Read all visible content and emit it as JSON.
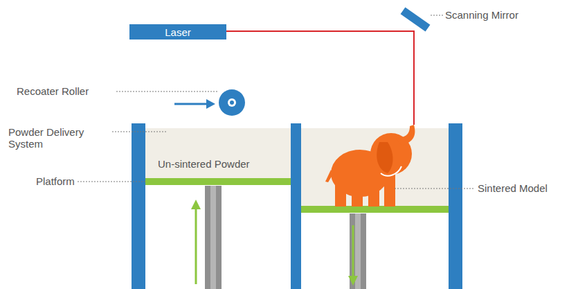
{
  "diagram": {
    "nodes": [
      {
        "text": [
          "Laser"
        ]
      }
    ],
    "labels": [
      "Scanning Mirror",
      "Recoater Roller",
      "Powder Delivery System",
      "Platform",
      "Un-sintered Powder",
      "Sintered Model"
    ]
  }
}
